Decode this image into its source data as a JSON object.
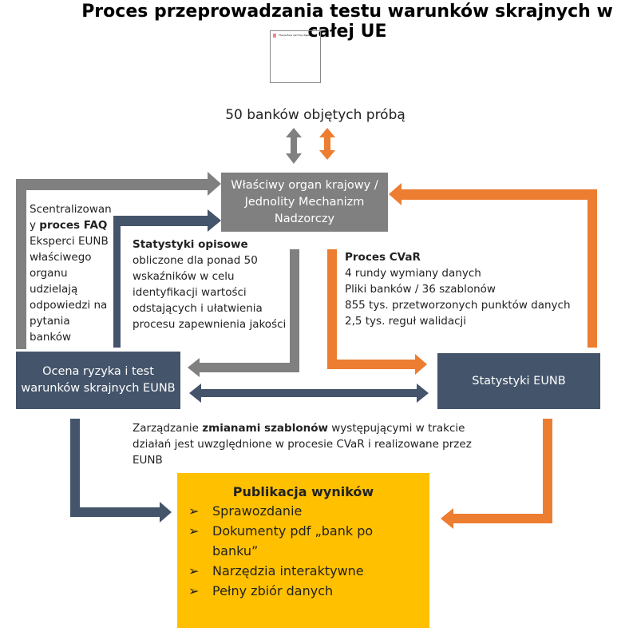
{
  "title": "Proces przeprowadzania testu warunków skrajnych w całej UE",
  "image_placeholder": "The picture can't be displayed.",
  "banks": "50 banków objętych próbą",
  "nca_box": "Właściwy organ krajowy / Jednolity Mechanizm Nadzorczy",
  "ocena_box": "Ocena ryzyka i test warunków skrajnych EUNB",
  "stat_box": "Statystyki EUNB",
  "faq": {
    "pre": "Scentralizowan y ",
    "bold": "proces FAQ",
    "rest": "Eksperci EUNB właściwego organu udzielają odpowiedzi na pytania banków"
  },
  "opis": {
    "bold": "Statystyki opisowe",
    "rest": "obliczone dla ponad 50 wskaźników w celu identyfikacji wartości odstających i ułatwienia procesu zapewnienia jakości"
  },
  "cvar": {
    "bold": "Proces CVaR",
    "lines": [
      "4 rundy wymiany danych",
      "Pliki banków / 36 szablonów",
      "855 tys. przetworzonych punktów danych",
      "2,5 tys. reguł walidacji"
    ]
  },
  "zarz": {
    "pre": "Zarządzanie ",
    "bold": "zmianami szablonów",
    "rest": " występującymi w trakcie działań jest uwzględnione w procesie CVaR i realizowane przez EUNB"
  },
  "publication": {
    "title": "Publikacja wyników",
    "bullet": "➢",
    "items": [
      "Sprawozdanie",
      "Dokumenty pdf „bank po banku”",
      "Narzędzia interaktywne",
      "Pełny zbiór danych"
    ]
  },
  "colors": {
    "gray": "#808080",
    "navy": "#44546a",
    "orange": "#ed7d31",
    "yellow": "#ffc000"
  }
}
